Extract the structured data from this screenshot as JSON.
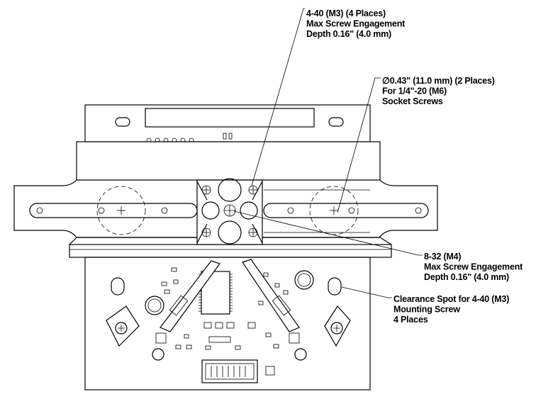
{
  "callouts": {
    "m3_holes": {
      "lines": [
        "4-40 (M3) (4 Places)",
        "Max Screw Engagement",
        "Depth 0.16\" (4.0 mm)"
      ]
    },
    "counterbore": {
      "lines": [
        "∅0.43\" (11.0 mm) (2 Places)",
        "For 1/4\"-20 (M6)",
        "Socket Screws"
      ]
    },
    "m4_hole": {
      "lines": [
        "8-32 (M4)",
        "Max Screw Engagement",
        "Depth 0.16\" (4.0 mm)"
      ]
    },
    "clearance": {
      "lines": [
        "Clearance Spot for 4-40 (M3)",
        "Mounting Screw",
        "4 Places"
      ]
    }
  }
}
